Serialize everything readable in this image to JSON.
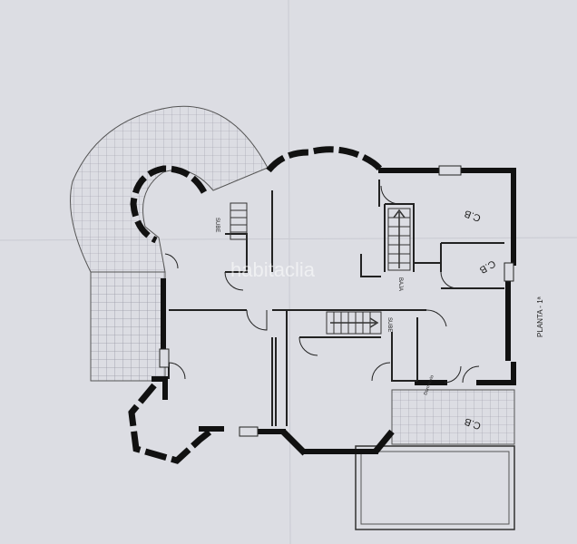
{
  "plan": {
    "title": "PLANTA - 1ª",
    "watermark": "habitaclia",
    "labels": {
      "sube_1": "SUBE",
      "sube_2": "SUBE",
      "baja": "BAJA",
      "cb_1": "C.B",
      "cb_2": "C.B",
      "cb_3": "C.B",
      "small_note": "Dormitorio"
    }
  },
  "colors": {
    "paper": "#dcdde3",
    "wall": "#111111",
    "line": "#2a2a2a",
    "grid": "#9a9aa6"
  }
}
